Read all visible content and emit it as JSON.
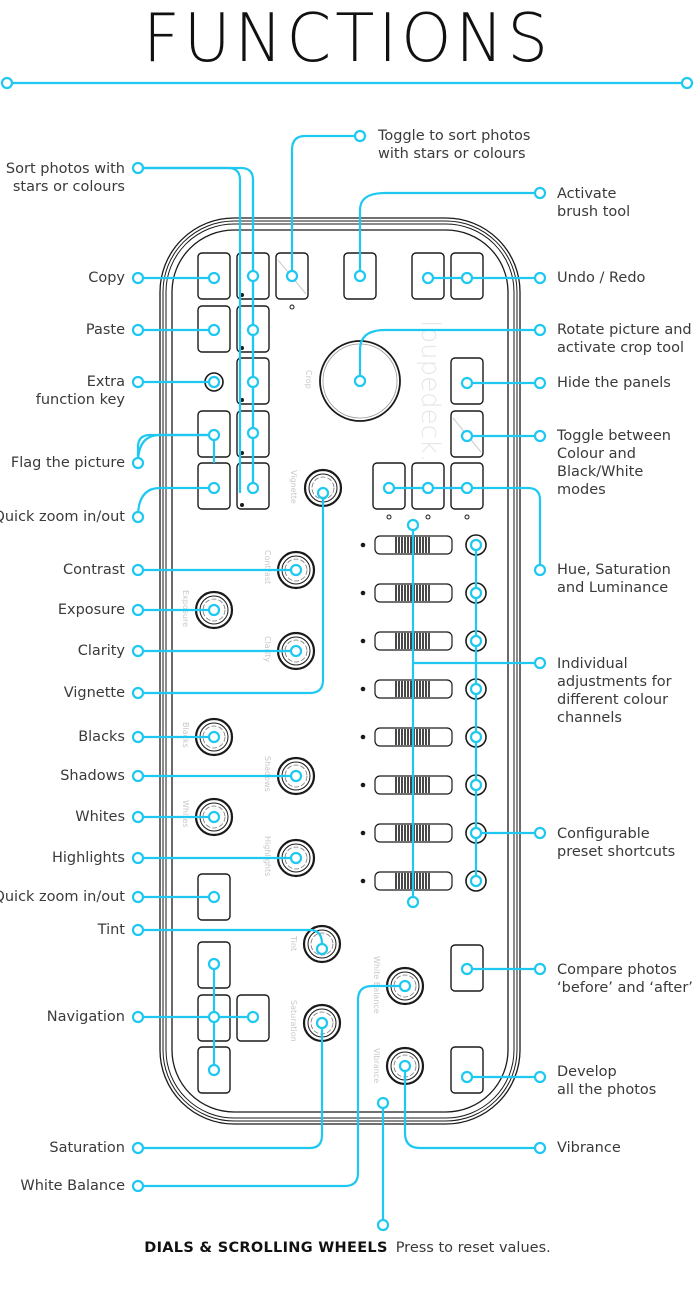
{
  "title": "FUNCTIONS",
  "left_labels": {
    "sort_stars": [
      "Sort photos with",
      "stars or colours"
    ],
    "copy": "Copy",
    "paste": "Paste",
    "extra": [
      "Extra",
      "function key"
    ],
    "flag": "Flag the picture",
    "quick_zoom_1": "Quick zoom in/out",
    "contrast": "Contrast",
    "exposure": "Exposure",
    "clarity": "Clarity",
    "vignette": "Vignette",
    "blacks": "Blacks",
    "shadows": "Shadows",
    "whites": "Whites",
    "highlights": "Highlights",
    "quick_zoom_2": "Quick zoom in/out",
    "tint": "Tint",
    "navigation": "Navigation",
    "saturation": "Saturation",
    "white_balance": "White Balance"
  },
  "right_labels": {
    "toggle_sort": [
      "Toggle to sort photos",
      "with stars or colours"
    ],
    "brush": [
      "Activate",
      "brush tool"
    ],
    "undo_redo": "Undo / Redo",
    "rotate": [
      "Rotate picture and",
      "activate crop tool"
    ],
    "hide_panels": "Hide the panels",
    "colour_bw": [
      "Toggle between",
      "Colour and",
      "Black/White",
      "modes"
    ],
    "hsl": [
      "Hue, Saturation",
      "and Luminance"
    ],
    "channels": [
      "Individual",
      "adjustments for",
      "different colour",
      "channels"
    ],
    "presets": [
      "Configurable",
      "preset shortcuts"
    ],
    "compare": [
      "Compare photos",
      "‘before’ and ‘after’"
    ],
    "develop": [
      "Develop",
      "all the photos"
    ],
    "vibrance": "Vibrance"
  },
  "device_labels": {
    "brand": "loupedeck.",
    "crop": "Crop",
    "vignette": "Vignette",
    "contrast": "Contrast",
    "exposure": "Exposure",
    "clarity": "Clarity",
    "blacks": "Blacks",
    "shadows": "Shadows",
    "whites": "Whites",
    "highlights": "Highlights",
    "tint": "Tint",
    "saturation": "Saturation",
    "white_balance": "White Balance",
    "vibrance": "Vibrance"
  },
  "caption": {
    "bold": "DIALS & SCROLLING WHEELS",
    "text": "Press to reset values."
  },
  "colors": {
    "accent": "#1ec8f0",
    "outline": "#1a1a1a"
  }
}
